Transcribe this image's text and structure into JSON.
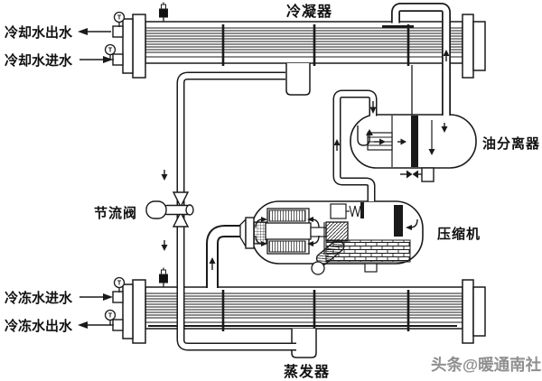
{
  "diagram": {
    "labels": {
      "condenser": "冷凝器",
      "evaporator": "蒸发器",
      "oil_separator": "油分离器",
      "compressor": "压缩机",
      "throttle_valve": "节流阀",
      "cooling_water_out": "冷却水出水",
      "cooling_water_in": "冷却水进水",
      "chilled_water_in": "冷冻水进水",
      "chilled_water_out": "冷冻水出水",
      "gauge": "T"
    },
    "watermark": "头条@暖通南社",
    "colors": {
      "line": "#1a1a1a",
      "background": "#ffffff",
      "watermark": "#8f8f8f"
    }
  }
}
